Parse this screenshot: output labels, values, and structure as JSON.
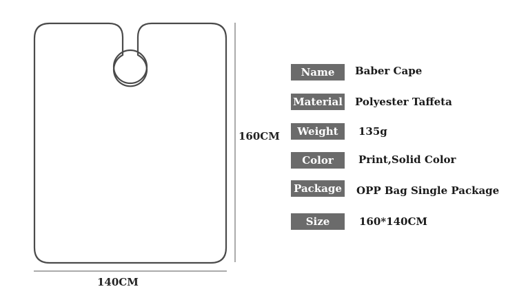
{
  "dimensions": {
    "height_label": "160CM",
    "width_label": "140CM"
  },
  "specs": [
    {
      "label": "Name",
      "value": "Baber Cape"
    },
    {
      "label": "Material",
      "value": "Polyester Taffeta"
    },
    {
      "label": "Weight",
      "value": "135g"
    },
    {
      "label": "Color",
      "value": "Print,Solid Color"
    },
    {
      "label": "Package",
      "value": "OPP Bag Single Package"
    },
    {
      "label": "Size",
      "value": "160*140CM"
    }
  ],
  "colors": {
    "outline": "#4a4a4a",
    "tag_background": "#6b6b6b",
    "tag_text": "#ffffff"
  }
}
